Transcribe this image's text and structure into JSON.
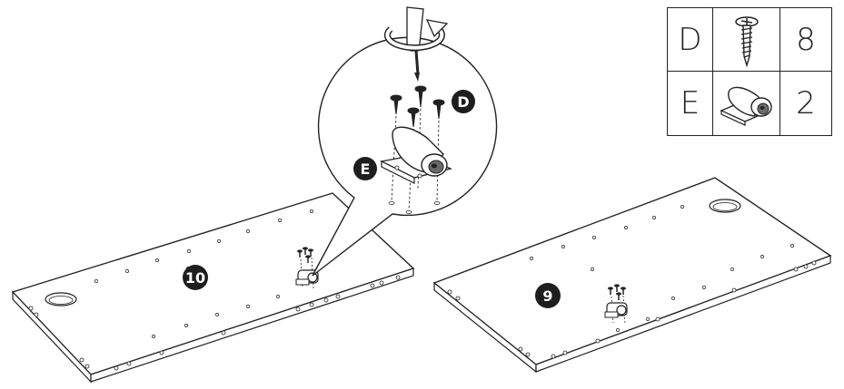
{
  "parts": [
    {
      "letter": "D",
      "icon": "screw-icon",
      "qty": "8"
    },
    {
      "letter": "E",
      "icon": "push-latch-icon",
      "qty": "2"
    }
  ],
  "callout_labels": {
    "screw": "D",
    "latch": "E"
  },
  "panels": [
    {
      "number": "10"
    },
    {
      "number": "9"
    }
  ],
  "colors": {
    "ink": "#222222",
    "badge": "#1e1e1e",
    "background": "#ffffff"
  }
}
